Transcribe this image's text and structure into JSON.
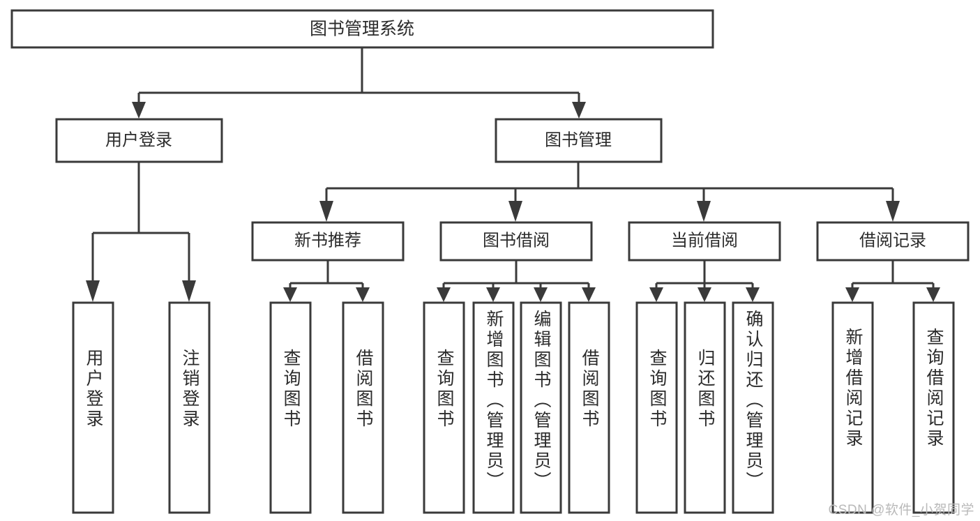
{
  "diagram": {
    "title": "图书管理系统",
    "type": "tree",
    "watermark": "CSDN @软件_小贺同学",
    "colors": {
      "stroke": "#3a3a3a",
      "box_fill": "#ffffff",
      "text": "#2b2b2b",
      "background": "#ffffff",
      "watermark": "#b9b9b9"
    },
    "levels": {
      "root": {
        "label": "图书管理系统"
      },
      "level2": [
        {
          "id": "user-login",
          "label": "用户登录"
        },
        {
          "id": "book-manage",
          "label": "图书管理"
        }
      ],
      "level3": [
        {
          "id": "new-book-recommend",
          "label": "新书推荐"
        },
        {
          "id": "book-borrow",
          "label": "图书借阅"
        },
        {
          "id": "current-borrow",
          "label": "当前借阅"
        },
        {
          "id": "borrow-record",
          "label": "借阅记录"
        }
      ],
      "leaves": [
        {
          "id": "leaf-user-login",
          "label": "用户登录",
          "parent": "user-login"
        },
        {
          "id": "leaf-logout-login",
          "label": "注销登录",
          "parent": "user-login"
        },
        {
          "id": "leaf-query-book-1",
          "label": "查询图书",
          "parent": "new-book-recommend"
        },
        {
          "id": "leaf-borrow-book-1",
          "label": "借阅图书",
          "parent": "new-book-recommend"
        },
        {
          "id": "leaf-query-book-2",
          "label": "查询图书",
          "parent": "book-borrow"
        },
        {
          "id": "leaf-add-book",
          "label": "新增图书（管理员）",
          "parent": "book-borrow"
        },
        {
          "id": "leaf-edit-book",
          "label": "编辑图书（管理员）",
          "parent": "book-borrow"
        },
        {
          "id": "leaf-borrow-book-2",
          "label": "借阅图书",
          "parent": "book-borrow"
        },
        {
          "id": "leaf-query-book-3",
          "label": "查询图书",
          "parent": "current-borrow"
        },
        {
          "id": "leaf-return-book",
          "label": "归还图书",
          "parent": "current-borrow"
        },
        {
          "id": "leaf-confirm-return",
          "label": "确认归还（管理员）",
          "parent": "current-borrow"
        },
        {
          "id": "leaf-add-record",
          "label": "新增借阅记录",
          "parent": "borrow-record"
        },
        {
          "id": "leaf-query-record",
          "label": "查询借阅记录",
          "parent": "borrow-record"
        }
      ]
    }
  }
}
